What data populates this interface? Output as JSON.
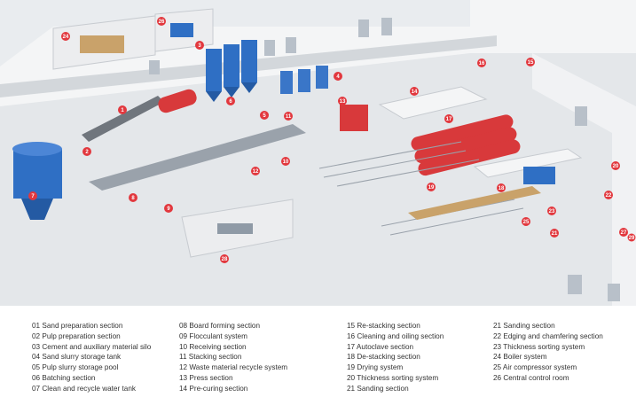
{
  "colors": {
    "floor": "#e9ecef",
    "wall": "#f4f5f6",
    "wall_shade": "#d3d7db",
    "badge": "#e2383e",
    "silo_blue": "#2f6fc4",
    "equipment_red": "#d8393b",
    "tank_blue": "#3a76c8",
    "legend_text": "#333333"
  },
  "badges": [
    {
      "label": "1"
    },
    {
      "label": "2"
    },
    {
      "label": "3"
    },
    {
      "label": "4"
    },
    {
      "label": "5"
    },
    {
      "label": "6"
    },
    {
      "label": "7"
    },
    {
      "label": "8"
    },
    {
      "label": "9"
    },
    {
      "label": "10"
    },
    {
      "label": "11"
    },
    {
      "label": "12"
    },
    {
      "label": "13"
    },
    {
      "label": "14"
    },
    {
      "label": "15"
    },
    {
      "label": "16"
    },
    {
      "label": "17"
    },
    {
      "label": "18"
    },
    {
      "label": "19"
    },
    {
      "label": "20"
    },
    {
      "label": "21"
    },
    {
      "label": "22"
    },
    {
      "label": "23"
    },
    {
      "label": "24"
    },
    {
      "label": "25"
    },
    {
      "label": "26"
    },
    {
      "label": "27"
    },
    {
      "label": "28"
    },
    {
      "label": "29"
    }
  ],
  "legend": {
    "columns": [
      {
        "items": [
          "01 Sand preparation section",
          "02 Pulp preparation section",
          "03 Cement and auxiliary material silo",
          "04 Sand slurry storage tank",
          "05 Pulp slurry storage pool",
          "06 Batching section",
          "07 Clean and recycle water tank"
        ]
      },
      {
        "items": [
          "08 Board forming section",
          "09 Flocculant system",
          "10 Receiving section",
          "11 Stacking section",
          "12 Waste material recycle system",
          "13 Press section",
          "14 Pre-curing section"
        ]
      },
      {
        "items": [
          "15 Re-stacking section",
          "16 Cleaning and oiling section",
          "17 Autoclave section",
          "18 De-stacking section",
          "19 Drying system",
          "20 Thickness sorting system",
          "21 Sanding section"
        ]
      },
      {
        "items": [
          "21 Sanding section",
          "22 Edging and chamfering section",
          "23 Thickness sorting system",
          "24 Boiler system",
          "25 Air compressor system",
          "26 Central control room"
        ]
      }
    ]
  }
}
